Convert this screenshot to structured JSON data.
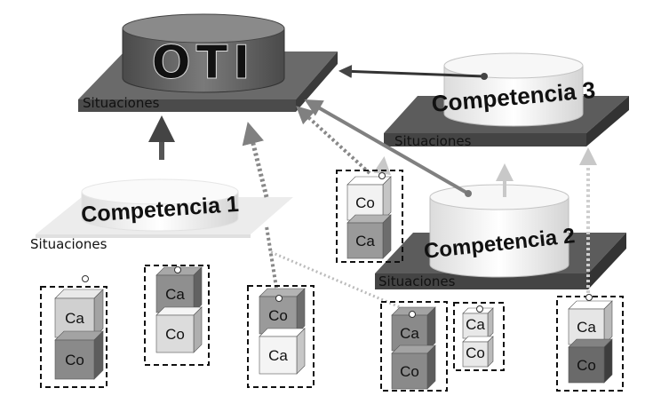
{
  "diagram": {
    "main": {
      "title": "OTI",
      "platform_label": "Situaciones"
    },
    "competencia1": {
      "title": "Competencia 1",
      "platform_label": "Situaciones"
    },
    "competencia2": {
      "title": "Competencia 2",
      "platform_label": "Situaciones"
    },
    "competencia3": {
      "title": "Competencia 3",
      "platform_label": "Situaciones"
    },
    "groups": [
      {
        "top": "Ca",
        "bottom": "Co"
      },
      {
        "top": "Ca",
        "bottom": "Co"
      },
      {
        "top": "Co",
        "bottom": "Ca"
      },
      {
        "top": "Co",
        "bottom": "Ca"
      },
      {
        "top": "Ca",
        "bottom": "Co"
      },
      {
        "top": "Ca",
        "bottom": "Co"
      },
      {
        "top": "Ca",
        "bottom": "Co"
      }
    ],
    "colors": {
      "platform_dark": "#5f5f5f",
      "platform_light": "#e6e6e6",
      "cylinder_dark": "#6a6a6a",
      "cylinder_light": "#f0f0f0",
      "arrow_gray": "#7a7a7a",
      "arrow_dark": "#333333"
    }
  }
}
